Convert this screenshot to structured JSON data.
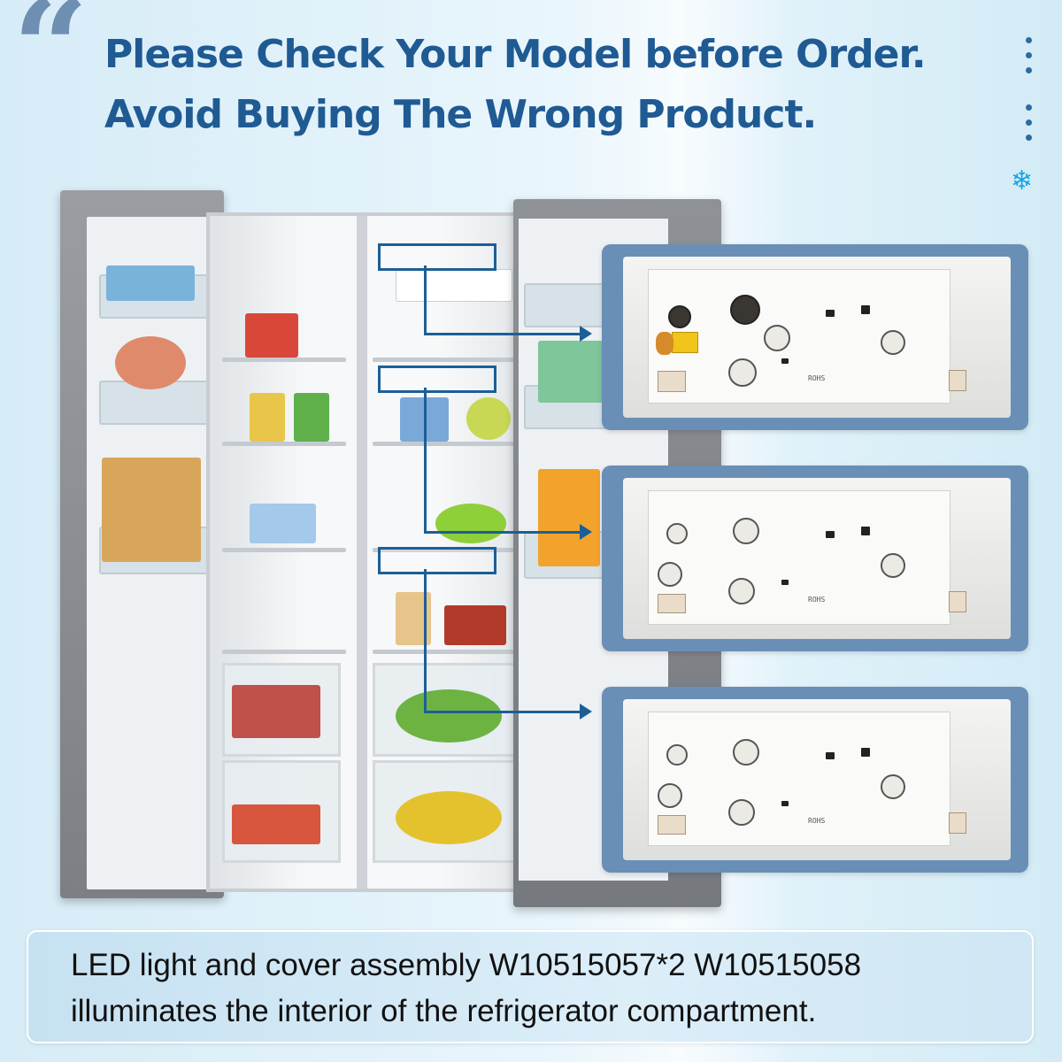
{
  "headline": {
    "line1": "Please Check Your Model before Order.",
    "line2": "Avoid Buying The Wrong Product."
  },
  "caption": {
    "line1": "LED light and cover assembly W10515057*2 W10515058",
    "line2": "illuminates the interior of the refrigerator compartment."
  },
  "panels": [
    {
      "marking": "ROHS"
    },
    {
      "marking": "ROHS"
    },
    {
      "marking": "ROHS"
    }
  ],
  "icons": [
    "quote-icon",
    "snowflake-icon",
    "vertical-dots-icon"
  ],
  "colors": {
    "headline": "#1f5a93",
    "accent": "#1c5f96",
    "panel": "#6a8fb6",
    "background": "#dff0f9"
  }
}
